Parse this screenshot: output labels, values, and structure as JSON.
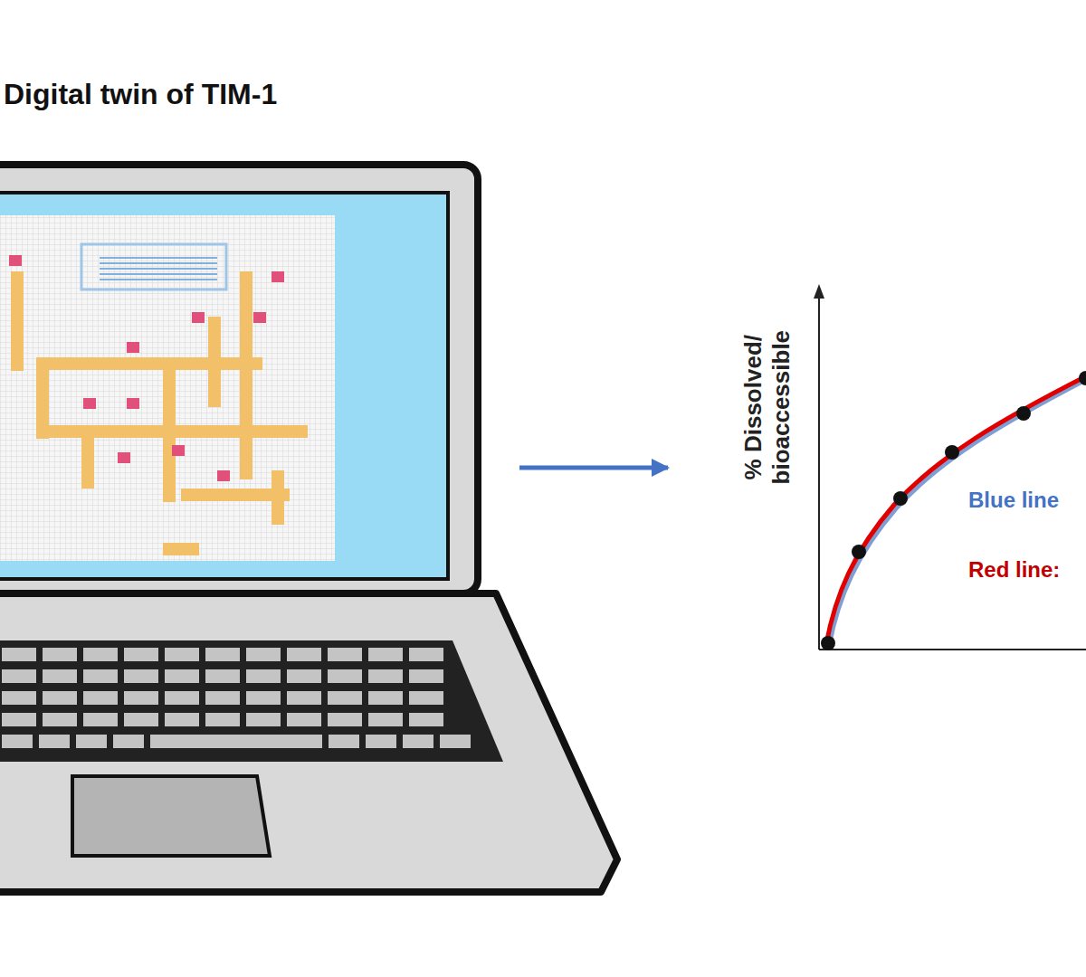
{
  "diagram": {
    "nodes": [
      {
        "text": [
          "Digital twin of TIM-1"
        ]
      },
      {
        "text": [
          "% Dissolved/ bioaccessible",
          "Blue line",
          "Red line:"
        ]
      }
    ],
    "edges": [
      {
        "from": 0,
        "to": 1,
        "arrow": "to"
      }
    ]
  }
}
